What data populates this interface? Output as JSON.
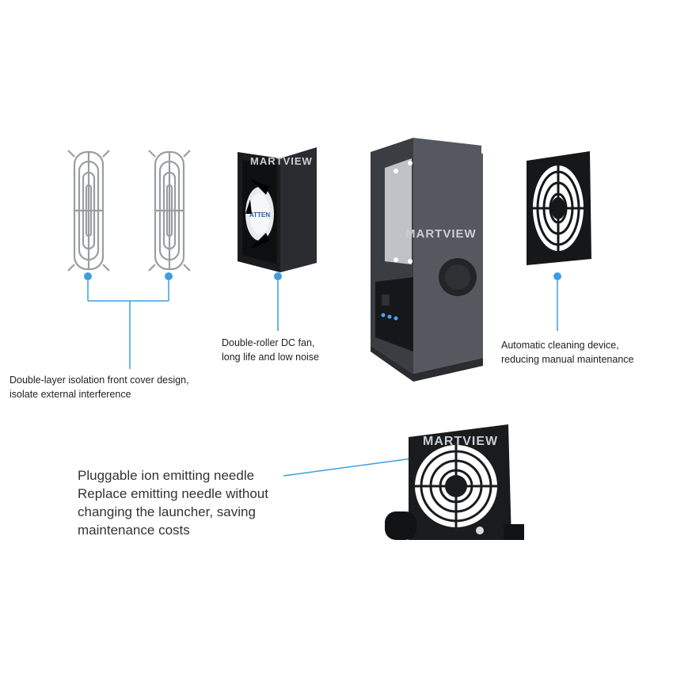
{
  "colors": {
    "callout_blue": "#3d9fe0",
    "device_body": "#3a3d42",
    "fan_black": "#17181a",
    "grille_silver": "#9a9da2"
  },
  "watermark": "MARTVIEW",
  "fan_brand": "ATTEN",
  "captions": {
    "grille": [
      "Double-layer isolation front cover design,",
      "isolate external interference"
    ],
    "fan": [
      "Double-roller DC fan,",
      "long life and low noise"
    ],
    "cleaning": [
      "Automatic cleaning device,",
      "reducing manual maintenance"
    ],
    "needle": [
      "Pluggable ion emitting needle",
      "Replace emitting needle without",
      "changing the launcher, saving",
      "maintenance costs"
    ]
  },
  "icons": {
    "grille": "wire-fan-grille-icon",
    "fan": "dc-fan-icon",
    "device": "ionizer-blower-icon",
    "filter": "fan-filter-icon",
    "needle": "ion-needle-fan-icon"
  }
}
